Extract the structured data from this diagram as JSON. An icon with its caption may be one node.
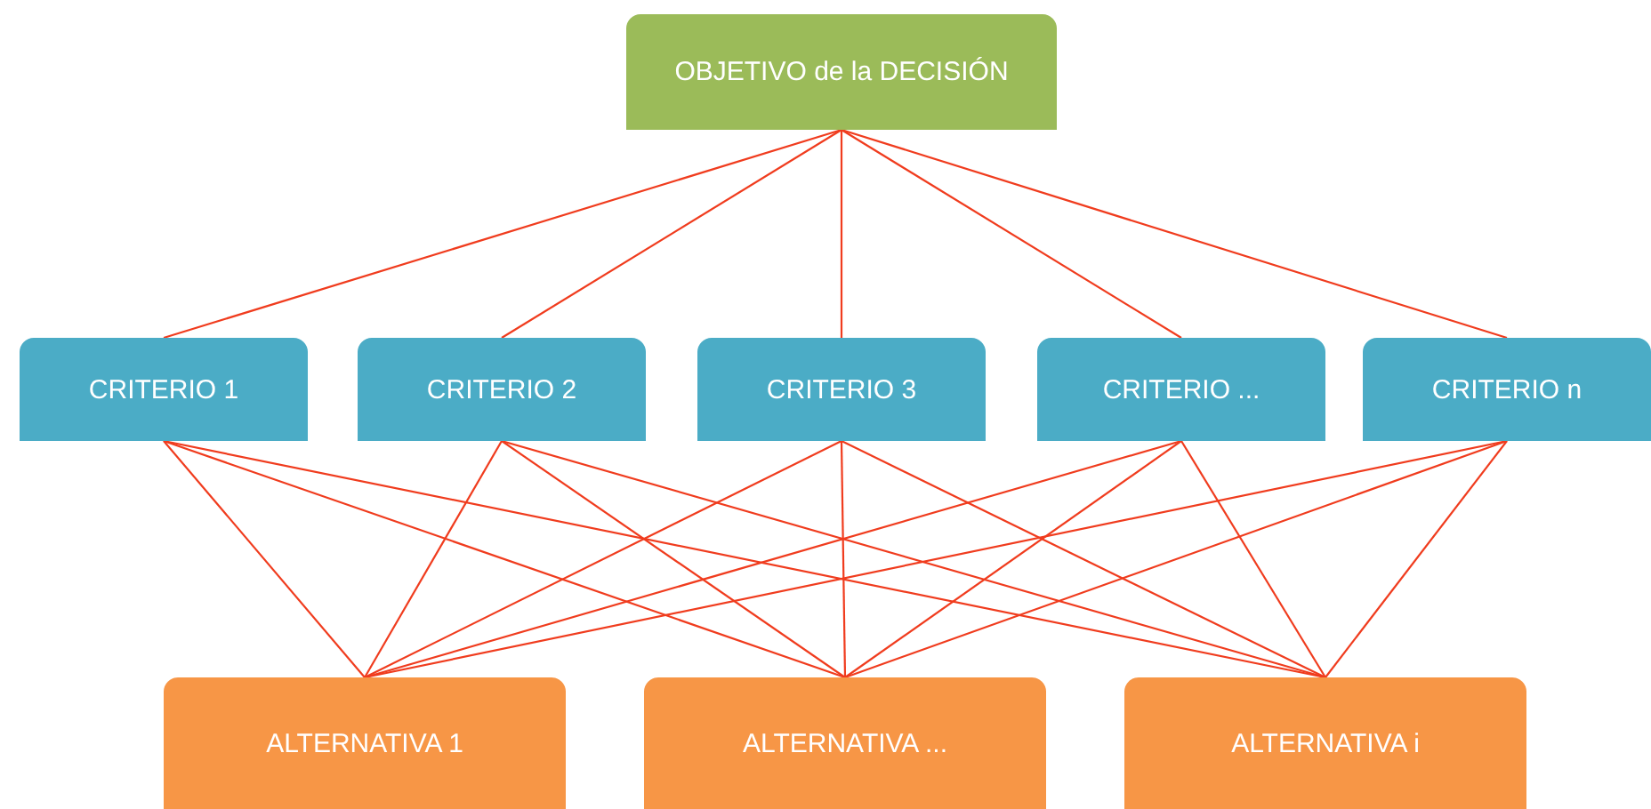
{
  "diagram": {
    "nodes": [
      {
        "text": [
          "OBJETIVO de la DECISIÓN"
        ]
      },
      {
        "text": [
          "CRITERIO 1"
        ]
      },
      {
        "text": [
          "CRITERIO 2"
        ]
      },
      {
        "text": [
          "CRITERIO 3"
        ]
      },
      {
        "text": [
          "CRITERIO ..."
        ]
      },
      {
        "text": [
          "CRITERIO n"
        ]
      },
      {
        "text": [
          "ALTERNATIVA 1"
        ]
      },
      {
        "text": [
          "ALTERNATIVA ..."
        ]
      },
      {
        "text": [
          "ALTERNATIVA i"
        ]
      }
    ],
    "edges": [
      {
        "from": 0,
        "to": 1,
        "arrow": "none"
      },
      {
        "from": 0,
        "to": 2,
        "arrow": "none"
      },
      {
        "from": 0,
        "to": 3,
        "arrow": "none"
      },
      {
        "from": 0,
        "to": 4,
        "arrow": "none"
      },
      {
        "from": 0,
        "to": 5,
        "arrow": "none"
      },
      {
        "from": 1,
        "to": 6,
        "arrow": "none"
      },
      {
        "from": 1,
        "to": 7,
        "arrow": "none"
      },
      {
        "from": 1,
        "to": 8,
        "arrow": "none"
      },
      {
        "from": 2,
        "to": 6,
        "arrow": "none"
      },
      {
        "from": 2,
        "to": 7,
        "arrow": "none"
      },
      {
        "from": 2,
        "to": 8,
        "arrow": "none"
      },
      {
        "from": 3,
        "to": 6,
        "arrow": "none"
      },
      {
        "from": 3,
        "to": 7,
        "arrow": "none"
      },
      {
        "from": 3,
        "to": 8,
        "arrow": "none"
      },
      {
        "from": 4,
        "to": 6,
        "arrow": "none"
      },
      {
        "from": 4,
        "to": 7,
        "arrow": "none"
      },
      {
        "from": 4,
        "to": 8,
        "arrow": "none"
      },
      {
        "from": 5,
        "to": 6,
        "arrow": "none"
      },
      {
        "from": 5,
        "to": 7,
        "arrow": "none"
      },
      {
        "from": 5,
        "to": 8,
        "arrow": "none"
      }
    ]
  }
}
